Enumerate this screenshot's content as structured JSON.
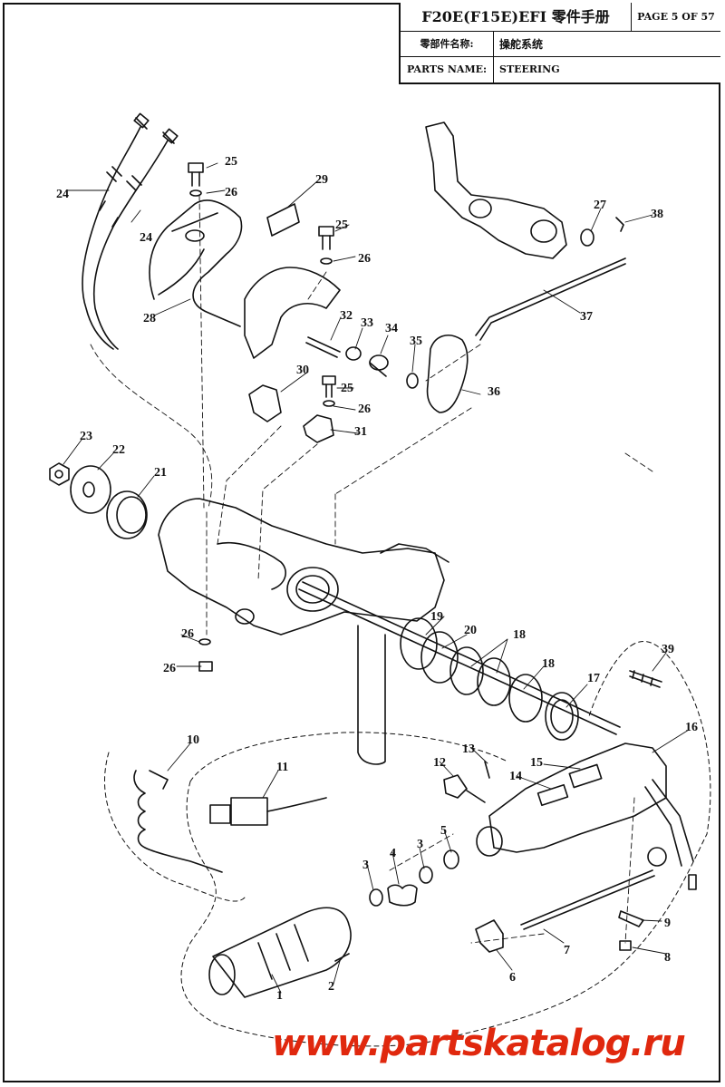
{
  "title_block": {
    "model": "F20E(F15E)EFI 零件手册",
    "page": "PAGE 5 OF 57",
    "cn_label": "零部件名称:",
    "cn_value": "操舵系统",
    "en_label": "PARTS NAME:",
    "en_value": "STEERING"
  },
  "callouts": [
    "1",
    "2",
    "3",
    "3",
    "4",
    "5",
    "6",
    "7",
    "8",
    "9",
    "10",
    "11",
    "12",
    "13",
    "14",
    "15",
    "16",
    "17",
    "18",
    "18",
    "19",
    "20",
    "21",
    "22",
    "23",
    "24",
    "24",
    "25",
    "25",
    "25",
    "26",
    "26",
    "26",
    "26",
    "26",
    "27",
    "28",
    "29",
    "30",
    "31",
    "32",
    "33",
    "34",
    "35",
    "36",
    "37",
    "38",
    "39"
  ],
  "watermark": "www.partskatalog.ru",
  "colors": {
    "line": "#111111",
    "watermark": "#e0280e"
  }
}
